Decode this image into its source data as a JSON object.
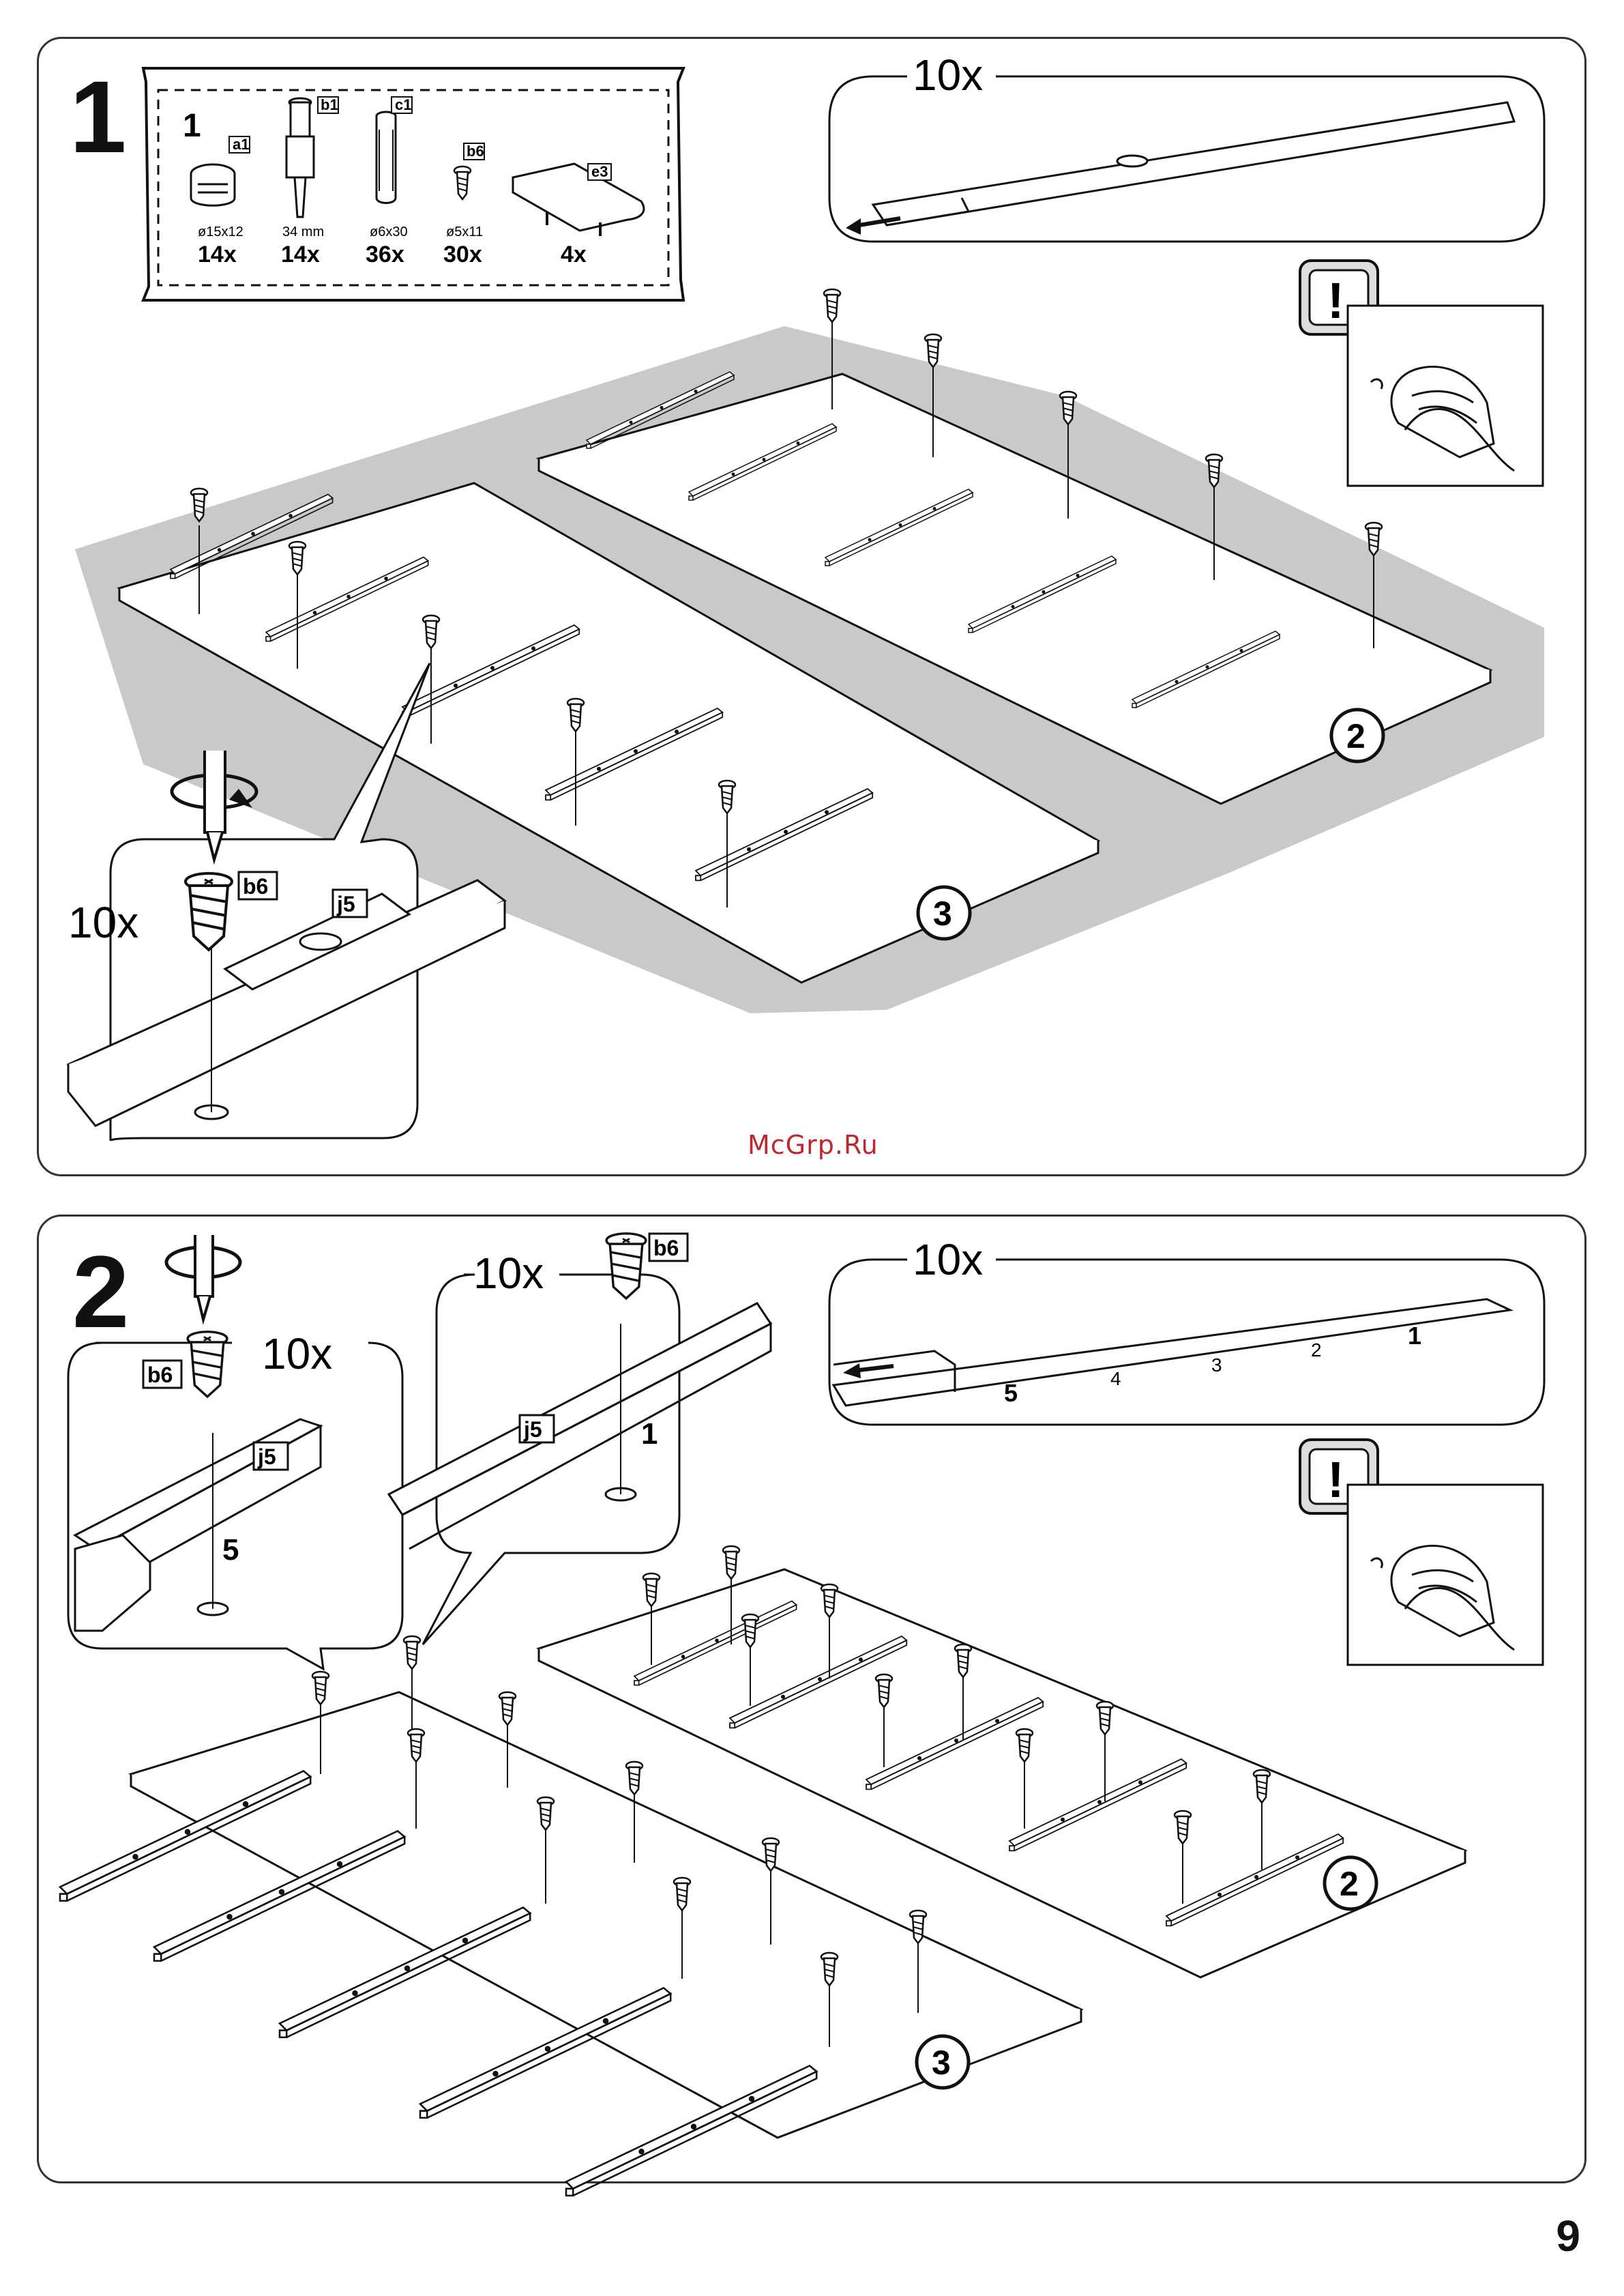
{
  "page": {
    "number": "9",
    "watermark": "McGrp.Ru"
  },
  "step1": {
    "number": "1",
    "parts_box": {
      "bag_number": "1",
      "items": [
        {
          "code": "a1",
          "dimension": "ø15x12",
          "quantity": "14x",
          "icon": "cam-lock-icon"
        },
        {
          "code": "b1",
          "dimension": "34 mm",
          "quantity": "14x",
          "icon": "cam-bolt-icon"
        },
        {
          "code": "c1",
          "dimension": "ø6x30",
          "quantity": "36x",
          "icon": "wooden-dowel-icon"
        },
        {
          "code": "b6",
          "dimension": "ø5x11",
          "quantity": "30x",
          "icon": "screw-icon"
        },
        {
          "code": "e3",
          "dimension": "",
          "quantity": "4x",
          "icon": "handle-icon"
        }
      ]
    },
    "rail_callout": {
      "count": "10x"
    },
    "warning": {
      "symbol": "!",
      "icon": "wipe-hands-icon"
    },
    "detail": {
      "count": "10x",
      "screw_code": "b6",
      "rail_code": "j5"
    },
    "panel_labels": [
      "2",
      "3"
    ]
  },
  "step2": {
    "number": "2",
    "rail_callout": {
      "count": "10x",
      "hole_labels": [
        "5",
        "4",
        "3",
        "2",
        "1"
      ]
    },
    "warning": {
      "symbol": "!",
      "icon": "wipe-hands-icon"
    },
    "detail_left": {
      "count": "10x",
      "screw_code": "b6",
      "rail_code": "j5",
      "hole": "5"
    },
    "detail_right": {
      "count": "10x",
      "screw_code": "b6",
      "rail_code": "j5",
      "hole": "1"
    },
    "panel_labels": [
      "2",
      "3"
    ]
  }
}
